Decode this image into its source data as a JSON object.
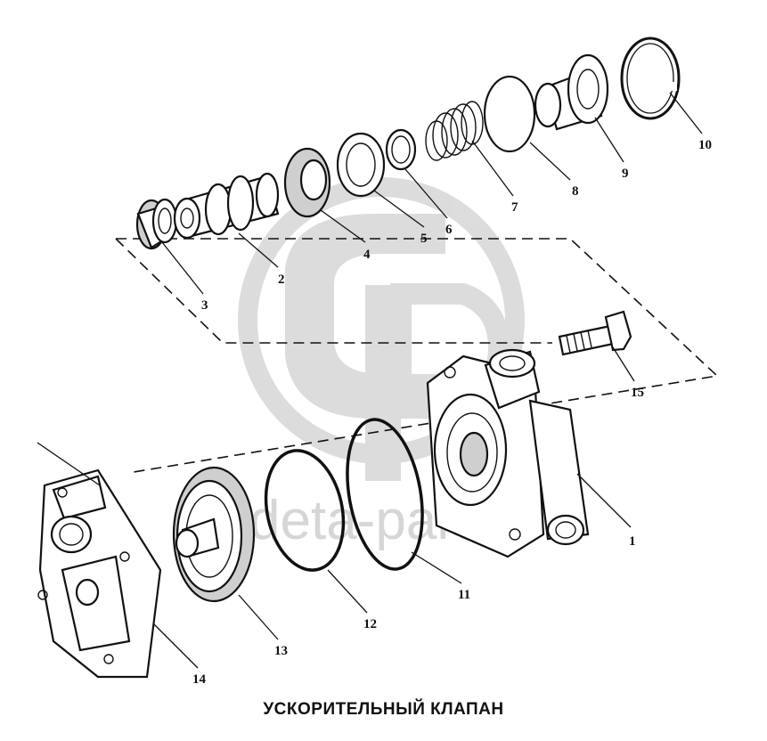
{
  "caption": "УСКОРИТЕЛЬНЫЙ КЛАПАН",
  "watermark": {
    "text": "deta-parts",
    "color": "#d6d6d6"
  },
  "callouts": [
    "1",
    "2",
    "3",
    "4",
    "5",
    "6",
    "7",
    "8",
    "9",
    "10",
    "11",
    "12",
    "13",
    "14",
    "15"
  ]
}
